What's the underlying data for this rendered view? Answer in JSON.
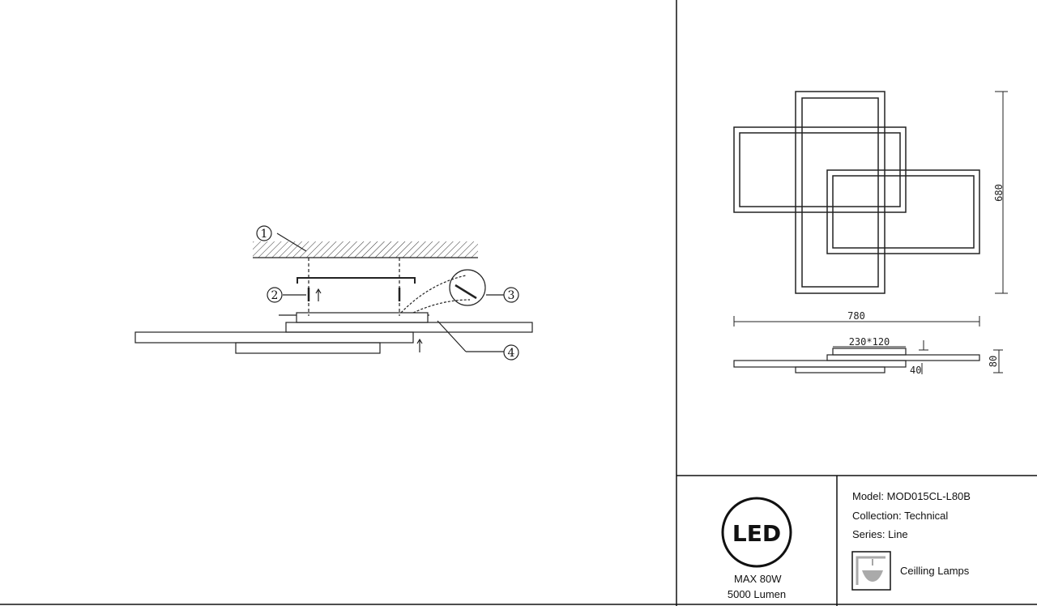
{
  "installation": {
    "callouts": [
      "1",
      "2",
      "3",
      "4"
    ]
  },
  "dimensions": {
    "height": "680",
    "width": "780",
    "mount": "230*120",
    "profile": "40",
    "depth": "80"
  },
  "badge": {
    "logo_text": "LED",
    "max_power": "MAX 80W",
    "lumen": "5000 Lumen"
  },
  "specs": {
    "model": "Model: MOD015CL-L80B",
    "collection": "Collection: Technical",
    "series": "Series: Line",
    "category": "Ceilling Lamps"
  }
}
